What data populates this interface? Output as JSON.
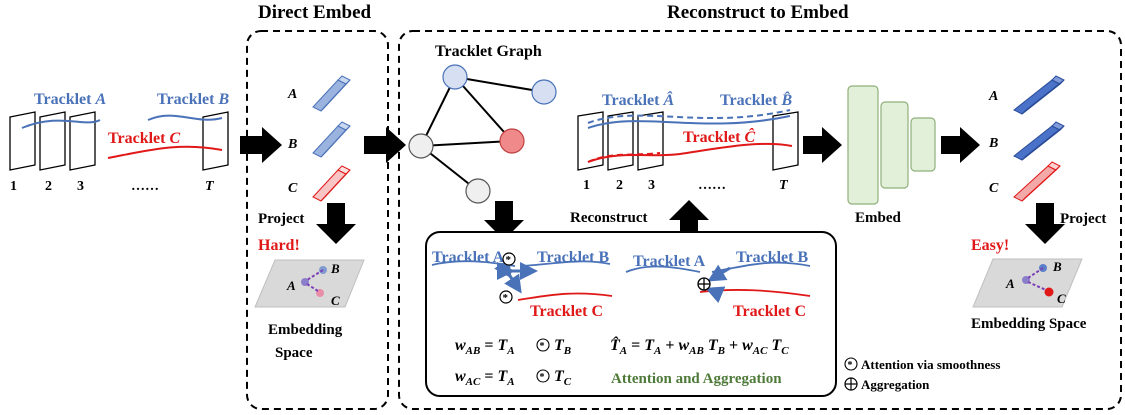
{
  "titles": {
    "direct_embed": "Direct Embed",
    "reconstruct_to_embed": "Reconstruct to Embed",
    "tracklet_graph": "Tracklet Graph"
  },
  "left": {
    "tracklet_a": "Tracklet",
    "tracklet_a_letter": "A",
    "tracklet_b": "Tracklet",
    "tracklet_b_letter": "B",
    "tracklet_c": "Tracklet",
    "tracklet_c_letter": "C",
    "frame_1": "1",
    "frame_2": "2",
    "frame_3": "3",
    "dots": "……",
    "frame_t": "T"
  },
  "direct": {
    "label_a": "A",
    "label_b": "B",
    "label_c": "C",
    "project": "Project",
    "hard": "Hard!",
    "plane_a": "A",
    "plane_b": "B",
    "plane_c": "C",
    "embedding_line1": "Embedding",
    "embedding_line2": "Space"
  },
  "recon": {
    "tracklet_a_hat": "Tracklet",
    "a_hat_letter": "Â",
    "tracklet_b_hat": "Tracklet",
    "b_hat_letter": "B̂",
    "tracklet_c_hat": "Tracklet",
    "c_hat_letter": "Ĉ",
    "frame_1": "1",
    "frame_2": "2",
    "frame_3": "3",
    "dots": "……",
    "frame_t": "T",
    "reconstruct": "Reconstruct",
    "embed": "Embed"
  },
  "attention_box": {
    "tracklet_a_1": "Tracklet A",
    "tracklet_b_1": "Tracklet B",
    "tracklet_c_1": "Tracklet C",
    "tracklet_a_2": "Tracklet A",
    "tracklet_b_2": "Tracklet B",
    "tracklet_c_2": "Tracklet C",
    "eq_wab": "w",
    "eq_wab_sub": "AB",
    "eq_wab_rhs": "= T",
    "eq_wac": "w",
    "eq_wac_sub": "AC",
    "eq_that": "T̂",
    "caption": "Attention and Aggregation"
  },
  "right": {
    "label_a": "A",
    "label_b": "B",
    "label_c": "C",
    "project": "Project",
    "easy": "Easy!",
    "plane_a": "A",
    "plane_b": "B",
    "plane_c": "C",
    "embedding_space": "Embedding Space"
  },
  "legend": {
    "attention": "Attention via smoothness",
    "aggregation": "Aggregation"
  },
  "colors": {
    "blue": "#4a72b8",
    "red": "#e01818",
    "green_fill": "#e2efd9",
    "green_stroke": "#8fb07a",
    "node_blue": "#d6e0f2",
    "node_red": "#f08a8a"
  }
}
